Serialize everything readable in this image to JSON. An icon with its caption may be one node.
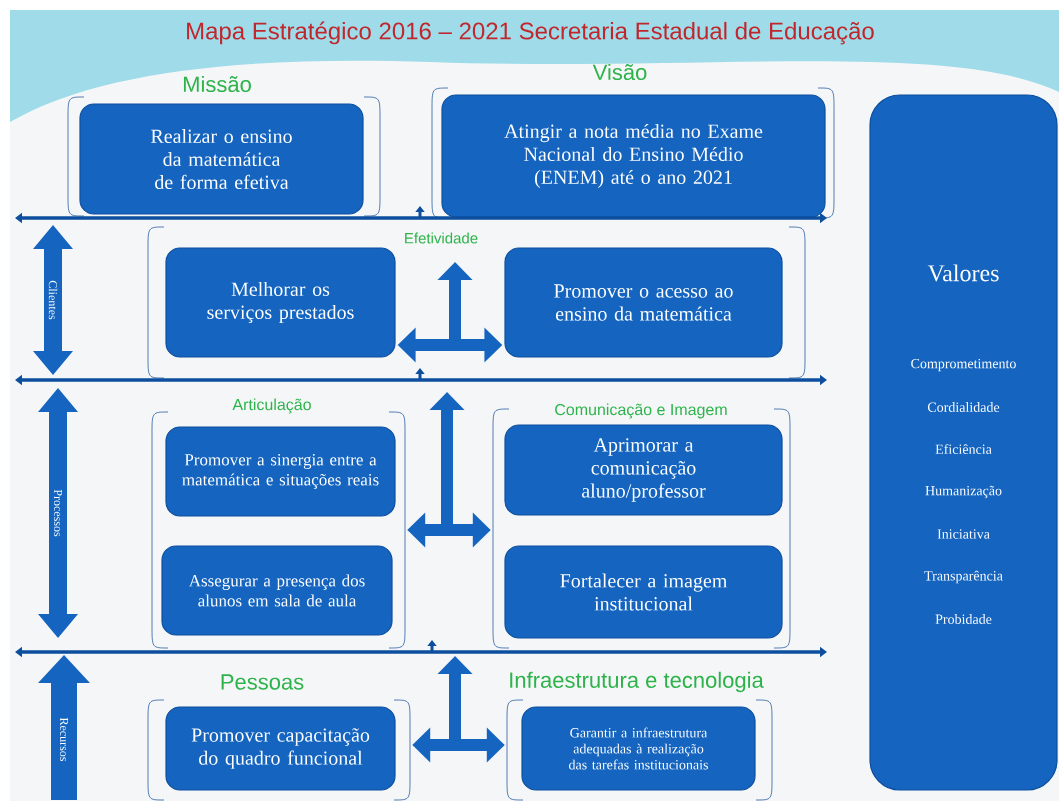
{
  "diagram": {
    "title": "Mapa Estratégico 2016 – 2021 Secretaria Estadual de Educação",
    "nodes": [
      {
        "text": [
          "Missão"
        ]
      },
      {
        "text": [
          "Realizar o ensino da matemática de forma efetiva"
        ],
        "in": 0
      },
      {
        "text": [
          "Visão"
        ]
      },
      {
        "text": [
          "Atingir a nota média no Exame Nacional do Ensino Médio (ENEM) até o ano 2021"
        ],
        "in": 2
      },
      {
        "text": [
          "Efetividade"
        ]
      },
      {
        "text": [
          "Melhorar os serviços prestados"
        ],
        "in": 4
      },
      {
        "text": [
          "Promover o acesso ao ensino da matemática"
        ],
        "in": 4
      },
      {
        "text": [
          "Articulação"
        ]
      },
      {
        "text": [
          "Promover a sinergia entre a matemática e situações reais"
        ],
        "in": 7
      },
      {
        "text": [
          "Assegurar a presença dos alunos em sala de aula"
        ],
        "in": 7
      },
      {
        "text": [
          "Comunicação e Imagem"
        ]
      },
      {
        "text": [
          "Aprimorar a comunicação aluno/professor"
        ],
        "in": 10
      },
      {
        "text": [
          "Fortalecer a imagem institucional"
        ],
        "in": 10
      },
      {
        "text": [
          "Pessoas"
        ]
      },
      {
        "text": [
          "Promover capacitação do quadro funcional"
        ],
        "in": 13
      },
      {
        "text": [
          "Infraestrutura e tecnologia"
        ]
      },
      {
        "text": [
          "Garantir a infraestrutura adequadas à realização das tarefas institucionais"
        ],
        "in": 15
      },
      {
        "text": [
          "Valores",
          "Comprometimento",
          "Cordialidade",
          "Eficiência",
          "Humanização",
          "Iniciativa",
          "Transparência",
          "Probidade"
        ]
      }
    ],
    "edges": [
      {
        "from": 5,
        "to": 6,
        "arrow": "both"
      },
      {
        "from": 7,
        "to": 10,
        "arrow": "both"
      },
      {
        "from": 13,
        "to": 15,
        "arrow": "both"
      }
    ],
    "labels": [
      "Clientes",
      "Processos",
      "Recursos"
    ]
  }
}
